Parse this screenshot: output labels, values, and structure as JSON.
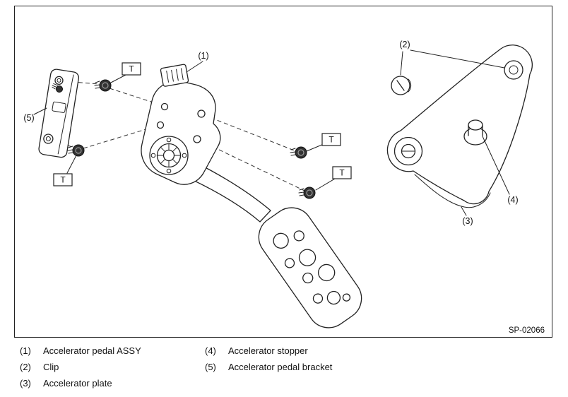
{
  "diagram": {
    "figure_code": "SP-02066",
    "torque_label": "T",
    "line_color": "#222222",
    "background_color": "#ffffff",
    "callouts": {
      "c1": "(1)",
      "c2": "(2)",
      "c3": "(3)",
      "c4": "(4)",
      "c5": "(5)"
    }
  },
  "legend": {
    "items": [
      {
        "num": "(1)",
        "label": "Accelerator pedal ASSY"
      },
      {
        "num": "(2)",
        "label": "Clip"
      },
      {
        "num": "(3)",
        "label": "Accelerator plate"
      },
      {
        "num": "(4)",
        "label": "Accelerator stopper"
      },
      {
        "num": "(5)",
        "label": "Accelerator pedal bracket"
      }
    ]
  }
}
